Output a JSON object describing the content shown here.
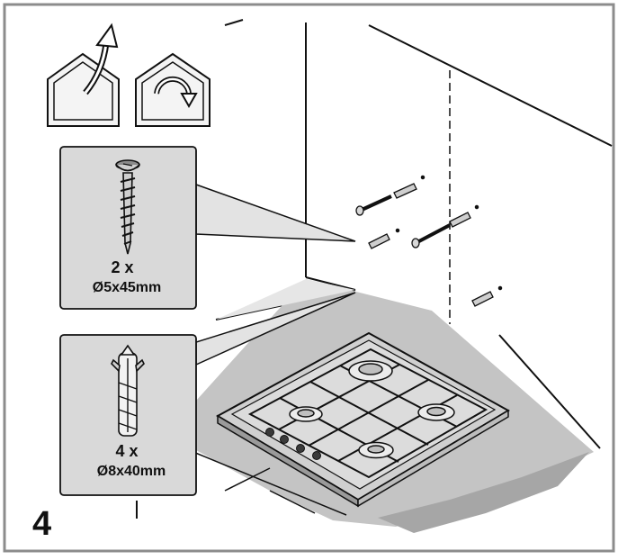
{
  "step": {
    "number": "4"
  },
  "icons": {
    "house_out": "house-arrow-out-icon",
    "house_recycle": "house-recirculation-icon"
  },
  "parts": {
    "screw": {
      "quantity": "2 x",
      "size": "Ø5x45mm"
    },
    "wall_plug": {
      "quantity": "4 x",
      "size": "Ø8x40mm"
    }
  },
  "colors": {
    "line": "#111111",
    "panel": "#d9d9d9",
    "counter": "#c4c4c4",
    "shadow": "#a6a6a6",
    "frame": "#8c8c8c"
  }
}
